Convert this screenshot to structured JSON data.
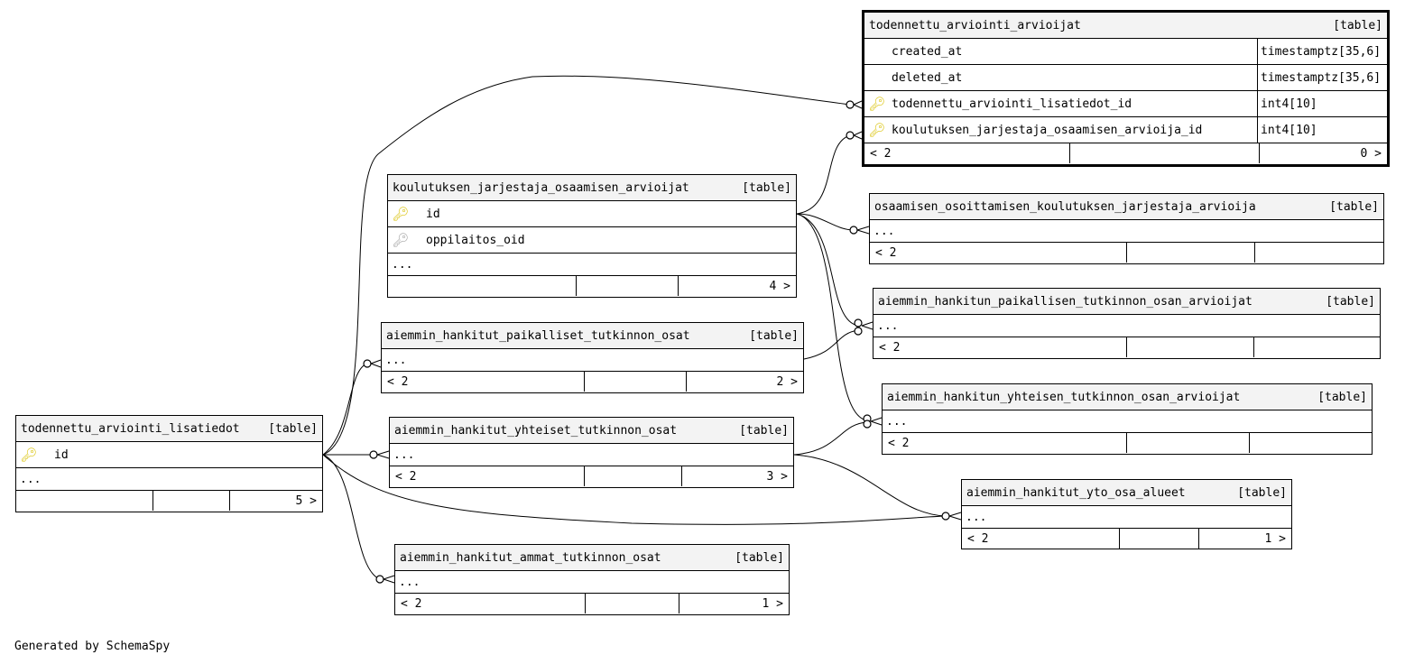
{
  "footer_text": "Generated by SchemaSpy",
  "tables": {
    "focus": {
      "name": "todennettu_arviointi_arvioijat",
      "tag": "[table]",
      "columns": [
        {
          "name": "created_at",
          "type": "timestamptz[35,6]",
          "key": ""
        },
        {
          "name": "deleted_at",
          "type": "timestamptz[35,6]",
          "key": ""
        },
        {
          "name": "todennettu_arviointi_lisatiedot_id",
          "type": "int4[10]",
          "key": "primary-key-icon"
        },
        {
          "name": "koulutuksen_jarjestaja_osaamisen_arvioija_id",
          "type": "int4[10]",
          "key": "primary-key-icon"
        }
      ],
      "footer": {
        "left": "< 2",
        "right": "0 >"
      }
    },
    "kjoa": {
      "name": "koulutuksen_jarjestaja_osaamisen_arvioijat",
      "tag": "[table]",
      "columns": [
        {
          "name": "id",
          "key": "primary-key-icon"
        },
        {
          "name": "oppilaitos_oid",
          "key": "foreign-key-icon"
        }
      ],
      "ellipsis": "...",
      "footer": {
        "left": "",
        "right": "4 >"
      }
    },
    "ooka": {
      "name": "osaamisen_osoittamisen_koulutuksen_jarjestaja_arvioija",
      "tag": "[table]",
      "ellipsis": "...",
      "footer": {
        "left": "< 2",
        "right": ""
      }
    },
    "ahpta": {
      "name": "aiemmin_hankitun_paikallisen_tutkinnon_osan_arvioijat",
      "tag": "[table]",
      "ellipsis": "...",
      "footer": {
        "left": "< 2",
        "right": ""
      }
    },
    "ahyta": {
      "name": "aiemmin_hankitun_yhteisen_tutkinnon_osan_arvioijat",
      "tag": "[table]",
      "ellipsis": "...",
      "footer": {
        "left": "< 2",
        "right": ""
      }
    },
    "ahpto": {
      "name": "aiemmin_hankitut_paikalliset_tutkinnon_osat",
      "tag": "[table]",
      "ellipsis": "...",
      "footer": {
        "left": "< 2",
        "right": "2 >"
      }
    },
    "ahyto": {
      "name": "aiemmin_hankitut_yhteiset_tutkinnon_osat",
      "tag": "[table]",
      "ellipsis": "...",
      "footer": {
        "left": "< 2",
        "right": "3 >"
      }
    },
    "ahyoa": {
      "name": "aiemmin_hankitut_yto_osa_alueet",
      "tag": "[table]",
      "ellipsis": "...",
      "footer": {
        "left": "< 2",
        "right": "1 >"
      }
    },
    "ahato": {
      "name": "aiemmin_hankitut_ammat_tutkinnon_osat",
      "tag": "[table]",
      "ellipsis": "...",
      "footer": {
        "left": "< 2",
        "right": "1 >"
      }
    },
    "tal": {
      "name": "todennettu_arviointi_lisatiedot",
      "tag": "[table]",
      "columns": [
        {
          "name": "id",
          "key": "primary-key-icon"
        }
      ],
      "ellipsis": "...",
      "footer": {
        "left": "",
        "right": "5 >"
      }
    }
  }
}
